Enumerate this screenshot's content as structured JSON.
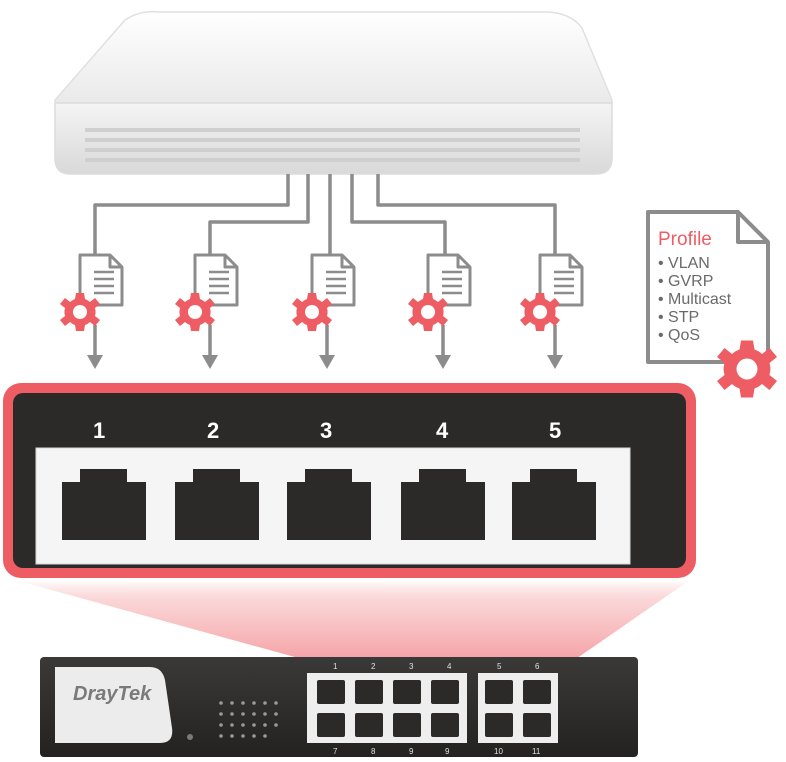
{
  "profile_card": {
    "title": "Profile",
    "items": [
      "• VLAN",
      "• GVRP",
      "• Multicast",
      "• STP",
      "• QoS"
    ]
  },
  "zoomed_ports": {
    "labels": [
      "1",
      "2",
      "3",
      "4",
      "5"
    ]
  },
  "device": {
    "brand": "DrayTek",
    "top_numbers": [
      "1",
      "2",
      "3",
      "4",
      "5",
      "6"
    ],
    "bottom_numbers": [
      "7",
      "8",
      "9",
      "9",
      "10",
      "11"
    ]
  },
  "colors": {
    "accent": "#ee5d63",
    "panel": "#2b2a29",
    "line": "#8c8c8c",
    "doc_outline": "#8c8c8c"
  },
  "icons": [
    "router-icon",
    "document-icon",
    "gear-icon",
    "ethernet-port-icon"
  ]
}
